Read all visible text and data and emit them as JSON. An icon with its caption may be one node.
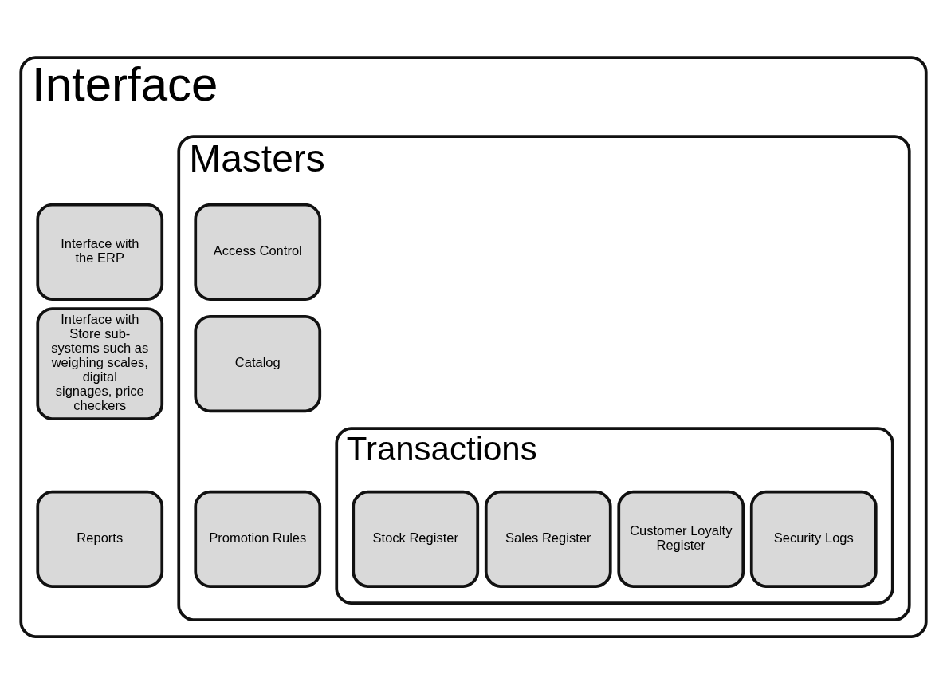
{
  "diagram": {
    "nodes": [
      {
        "text": [
          "Interface"
        ]
      },
      {
        "text": [
          "Interface with the ERP"
        ],
        "in": 0
      },
      {
        "text": [
          "Interface with Store sub-systems such as weighing scales, digital signages, price checkers"
        ],
        "in": 0
      },
      {
        "text": [
          "Reports"
        ],
        "in": 0
      },
      {
        "text": [
          "Masters"
        ],
        "in": 0
      },
      {
        "text": [
          "Access Control"
        ],
        "in": 4
      },
      {
        "text": [
          "Catalog"
        ],
        "in": 4
      },
      {
        "text": [
          "Promotion Rules"
        ],
        "in": 4
      },
      {
        "text": [
          "Transactions"
        ],
        "in": 4
      },
      {
        "text": [
          "Stock Register"
        ],
        "in": 8
      },
      {
        "text": [
          "Sales Register"
        ],
        "in": 8
      },
      {
        "text": [
          "Customer Loyalty Register"
        ],
        "in": 8
      },
      {
        "text": [
          "Security Logs"
        ],
        "in": 8
      }
    ]
  }
}
